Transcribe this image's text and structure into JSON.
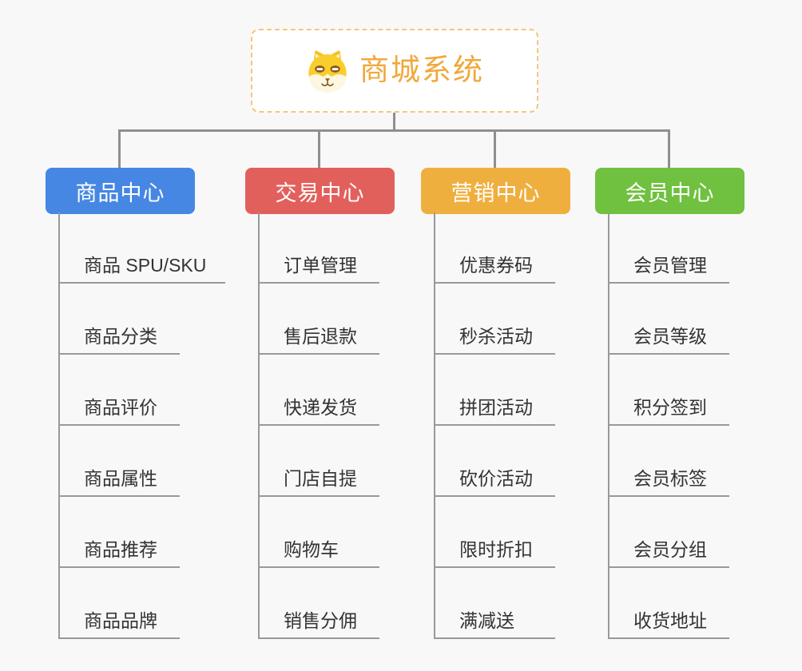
{
  "root": {
    "title": "商城系统",
    "icon_name": "shiba-dog-icon",
    "border_color": "#f2c77b",
    "title_color": "#f0a83b"
  },
  "branches": [
    {
      "label": "商品中心",
      "color": "#4687e3",
      "children": [
        "商品 SPU/SKU",
        "商品分类",
        "商品评价",
        "商品属性",
        "商品推荐",
        "商品品牌"
      ]
    },
    {
      "label": "交易中心",
      "color": "#e2605c",
      "children": [
        "订单管理",
        "售后退款",
        "快递发货",
        "门店自提",
        "购物车",
        "销售分佣"
      ]
    },
    {
      "label": "营销中心",
      "color": "#efaf3f",
      "children": [
        "优惠券码",
        "秒杀活动",
        "拼团活动",
        "砍价活动",
        "限时折扣",
        "满减送"
      ]
    },
    {
      "label": "会员中心",
      "color": "#6fc13f",
      "children": [
        "会员管理",
        "会员等级",
        "积分签到",
        "会员标签",
        "会员分组",
        "收货地址"
      ]
    }
  ],
  "connector_color": "#8f8f8f",
  "background_color": "#f8f8f8"
}
